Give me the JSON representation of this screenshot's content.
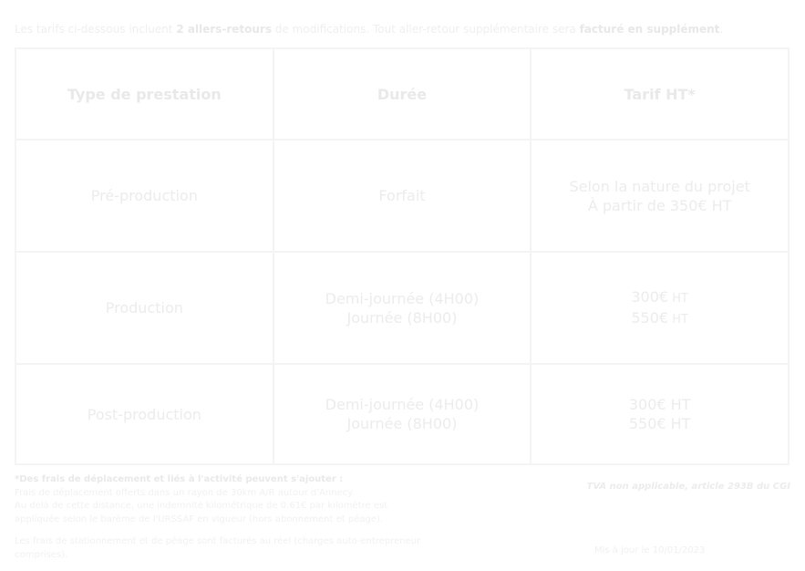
{
  "intro": {
    "part1": "Les tarifs ci-dessous incluent ",
    "bold1": "2 allers-retours",
    "part2": " de modifications. Tout aller-retour supplémentaire sera ",
    "bold2": "facturé en supplément",
    "part3": "."
  },
  "table": {
    "headers": [
      "Type de prestation",
      "Durée",
      "Tarif HT*"
    ],
    "rows": [
      {
        "type": "Pré-production",
        "duration": [
          "Forfait"
        ],
        "price": [
          "Selon la nature du projet",
          "À partir de 350€ HT"
        ]
      },
      {
        "type": "Production",
        "duration": [
          "Demi-journée (4H00)",
          "Journée (8H00)"
        ],
        "price": [
          "300€",
          "550€"
        ],
        "price_suffix": " HT"
      },
      {
        "type": "Post-production",
        "duration": [
          "Demi-journée (4H00)",
          "Journée (8H00)"
        ],
        "price": [
          "300€ HT",
          "550€ HT"
        ]
      }
    ]
  },
  "notes": {
    "title": "*Des frais de déplacement et liés à l'activité peuvent s'ajouter :",
    "lines": [
      "Frais de déplacement offerts dans un rayon de 30km A/R autour d'Annecy.",
      "Au delà de cette distance, une indemnité kilométrique de 0.61€ par kilomètre est",
      "appliquée selon le barème de l'URSSAF en vigueur (hors abonnement et péage)."
    ],
    "line2": "Les frais de stationnement et de péage sont facturés au réel (charges auto-entrepreneur comprises)."
  },
  "tva": "TVA non applicable, article 293B du CGI",
  "date": "Mis à jour le 10/01/2023"
}
